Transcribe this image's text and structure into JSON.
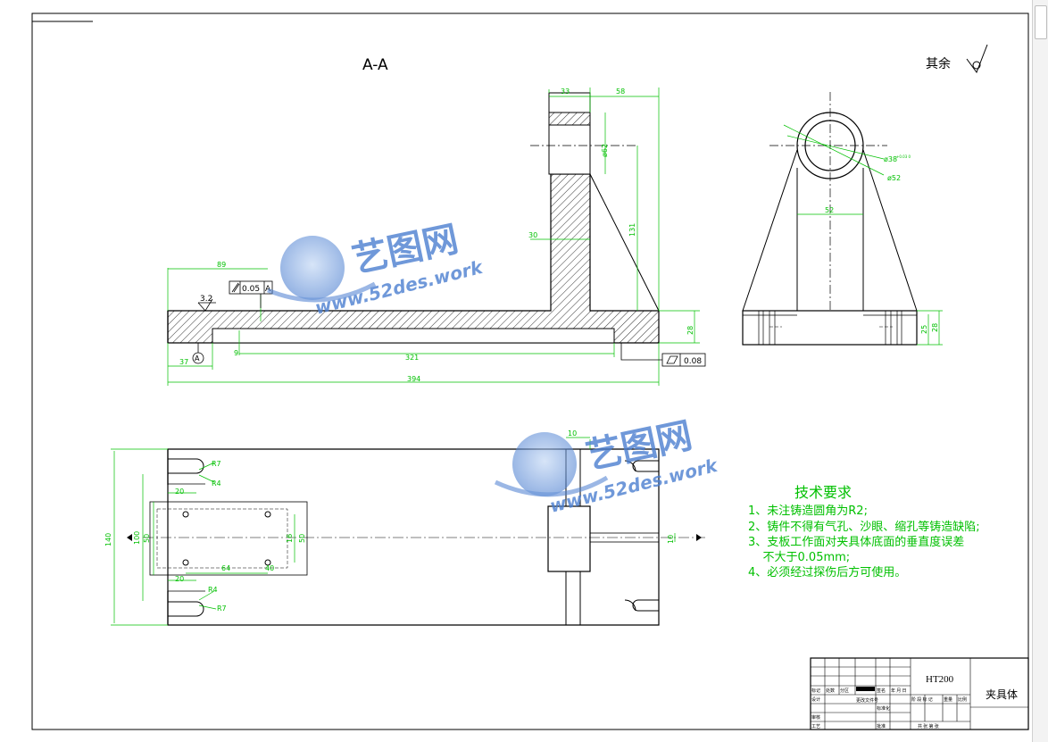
{
  "drawing": {
    "section_title": "A-A",
    "roughness_note": "其余",
    "roughness_value": "3.2",
    "datum_label": "A",
    "flatness_value": "0.08",
    "perp_value": "0.05",
    "perp_datum": "A",
    "dims": {
      "d33": "33",
      "d58": "58",
      "d62v": "ø62",
      "d131": "131",
      "d30": "30",
      "d89": "89",
      "d28": "28",
      "d37": "37",
      "d9": "9",
      "d321": "321",
      "d394": "394",
      "d38": "ø38",
      "d38tol": "+0.03 0",
      "d52c": "ø52",
      "d52": "52",
      "d25": "25",
      "d28b": "28",
      "d10a": "10",
      "r37a": "R7",
      "r4a": "R4",
      "d20a": "20",
      "d140": "140",
      "d100": "100",
      "d50": "50",
      "d64": "64",
      "d16": "16",
      "d50b": "50",
      "d40": "40",
      "d20b": "20",
      "r4b": "R4",
      "r37b": "R7",
      "d10b": "10",
      "s_a": "A"
    },
    "tech_title": "技术要求",
    "tech_notes": [
      "1、未注铸造圆角为R2;",
      "2、铸件不得有气孔、沙眼、缩孔等铸造缺陷;",
      "3、支板工作面对夹具体底面的垂直度误差",
      "    不大于0.05mm;",
      "4、必须经过探伤后方可使用。"
    ],
    "watermark_cn": "艺图网",
    "watermark_url": "www.52des.work"
  },
  "title_block": {
    "material": "HT200",
    "part_name": "夹具体",
    "headers": [
      "标记",
      "处数",
      "分区",
      "更改文件号",
      "签名",
      "年 月 日"
    ],
    "roles_left": [
      "设计",
      "审核",
      "工艺"
    ],
    "roles_mid": [
      "标准化",
      "批准"
    ],
    "extra": [
      "阶 段 标 记",
      "重量",
      "比例",
      "共 张 第 张"
    ]
  },
  "colors": {
    "line": "#000000",
    "dimension": "#00c000",
    "watermark": "#3a6fc4"
  }
}
